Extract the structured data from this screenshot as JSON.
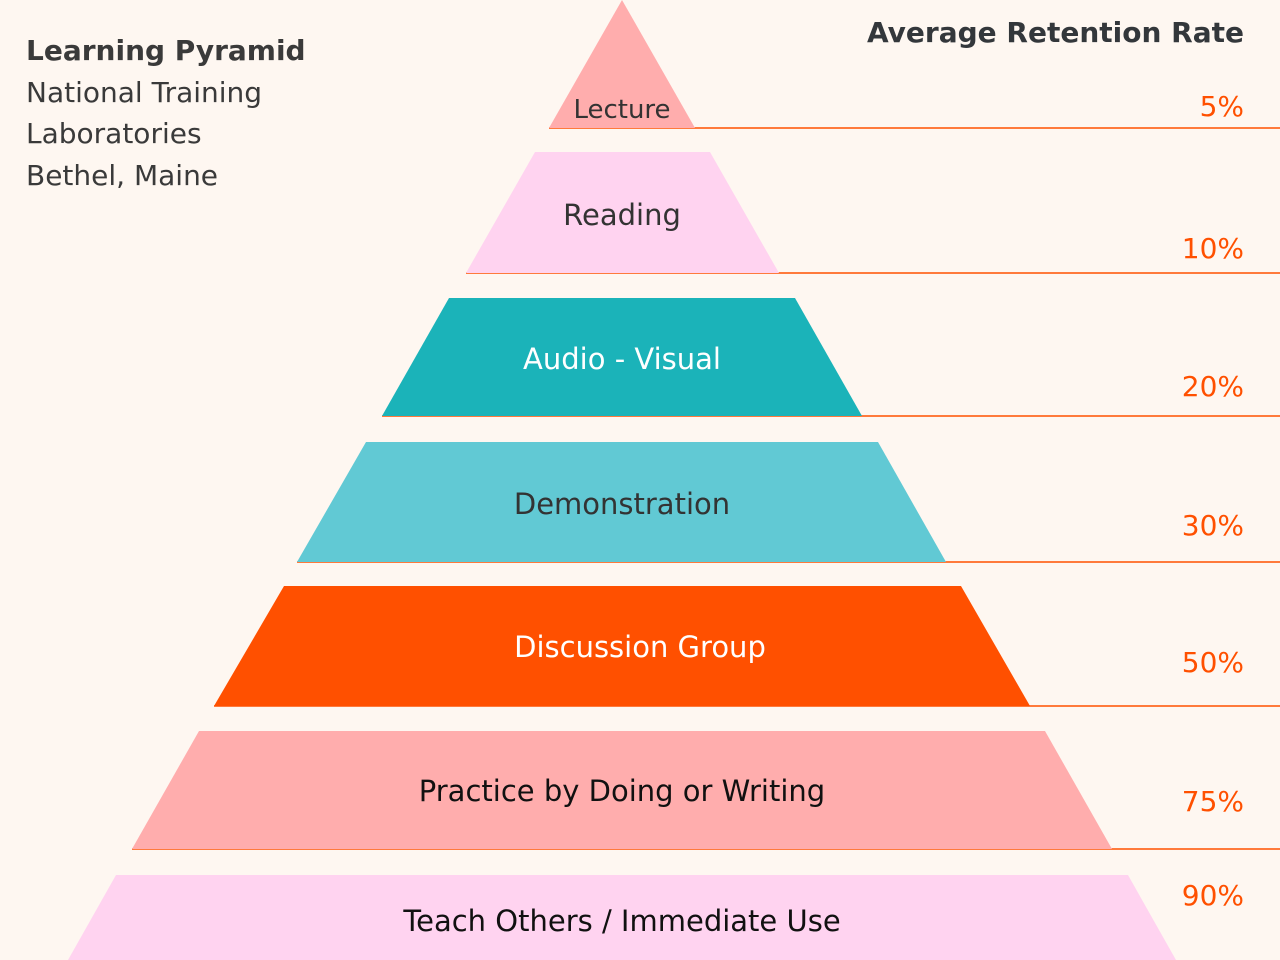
{
  "source": {
    "title": "Learning Pyramid",
    "lines": [
      "National Training",
      "Laboratories",
      "Bethel, Maine"
    ]
  },
  "header": "Average Retention Rate",
  "colors": {
    "accent": "#ff5000",
    "background": "#fef7f1"
  },
  "levels": [
    {
      "label": "Lecture",
      "rate": "5%",
      "color": "#ffadad"
    },
    {
      "label": "Reading",
      "rate": "10%",
      "color": "#ffd3f0"
    },
    {
      "label": "Audio - Visual",
      "rate": "20%",
      "color": "#1bb3b9"
    },
    {
      "label": "Demonstration",
      "rate": "30%",
      "color": "#61c9d4"
    },
    {
      "label": "Discussion Group",
      "rate": "50%",
      "color": "#ff5000"
    },
    {
      "label": "Practice by Doing or Writing",
      "rate": "75%",
      "color": "#ffadad"
    },
    {
      "label": "Teach Others / Immediate Use",
      "rate": "90%",
      "color": "#ffd3f0"
    }
  ]
}
